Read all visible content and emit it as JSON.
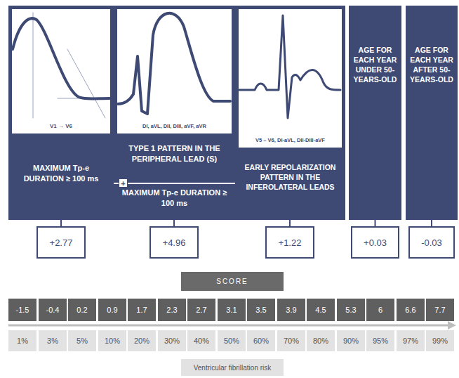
{
  "diagram": {
    "nodes": [
      {
        "text": [
          "V1 → V6",
          "MAXIMUM Tp-e DURATION ≥ 100 ms"
        ]
      },
      {
        "text": [
          "DI, aVL, DII, DIII, aVF, aVR",
          "TYPE 1 PATTERN IN THE PERIPHERAL LEAD (S)",
          "MAXIMUM Tp-e DURATION ≥ 100 ms"
        ]
      },
      {
        "text": [
          "V5 – V6, DI-aVL, DII-DIII-aVF",
          "EARLY REPOLARIZATION PATTERN IN THE INFEROLATERAL LEADS"
        ]
      },
      {
        "text": [
          "AGE FOR EACH YEAR UNDER 50-YEARS-OLD"
        ]
      },
      {
        "text": [
          "AGE FOR EACH YEAR AFTER 50-YEARS-OLD"
        ]
      },
      {
        "text": [
          "+2.77"
        ]
      },
      {
        "text": [
          "+4.96"
        ]
      },
      {
        "text": [
          "+1.22"
        ]
      },
      {
        "text": [
          "+0.03"
        ]
      },
      {
        "text": [
          "-0.03"
        ]
      },
      {
        "text": [
          "SCORE"
        ]
      },
      {
        "text": [
          "-1.5"
        ]
      },
      {
        "text": [
          "-0.4"
        ]
      },
      {
        "text": [
          "0.2"
        ]
      },
      {
        "text": [
          "0.9"
        ]
      },
      {
        "text": [
          "1.7"
        ]
      },
      {
        "text": [
          "2.3"
        ]
      },
      {
        "text": [
          "2.7"
        ]
      },
      {
        "text": [
          "3.1"
        ]
      },
      {
        "text": [
          "3.5"
        ]
      },
      {
        "text": [
          "3.9"
        ]
      },
      {
        "text": [
          "4.5"
        ]
      },
      {
        "text": [
          "5.3"
        ]
      },
      {
        "text": [
          "6"
        ]
      },
      {
        "text": [
          "6.6"
        ]
      },
      {
        "text": [
          "7.7"
        ]
      },
      {
        "text": [
          "1%"
        ]
      },
      {
        "text": [
          "3%"
        ]
      },
      {
        "text": [
          "5%"
        ]
      },
      {
        "text": [
          "10%"
        ]
      },
      {
        "text": [
          "20%"
        ]
      },
      {
        "text": [
          "30%"
        ]
      },
      {
        "text": [
          "40%"
        ]
      },
      {
        "text": [
          "50%"
        ]
      },
      {
        "text": [
          "60%"
        ]
      },
      {
        "text": [
          "70%"
        ]
      },
      {
        "text": [
          "80%"
        ]
      },
      {
        "text": [
          "90%"
        ]
      },
      {
        "text": [
          "95%"
        ]
      },
      {
        "text": [
          "97%"
        ]
      },
      {
        "text": [
          "99%"
        ]
      },
      {
        "text": [
          "Ventricular fibrillation risk"
        ]
      }
    ],
    "edges": [
      {
        "from": 0,
        "to": 5,
        "arrow": "none"
      },
      {
        "from": 1,
        "to": 6,
        "arrow": "none"
      },
      {
        "from": 2,
        "to": 7,
        "arrow": "none"
      },
      {
        "from": 3,
        "to": 8,
        "arrow": "none"
      },
      {
        "from": 4,
        "to": 9,
        "arrow": "none"
      }
    ],
    "labels": [
      "+"
    ]
  }
}
